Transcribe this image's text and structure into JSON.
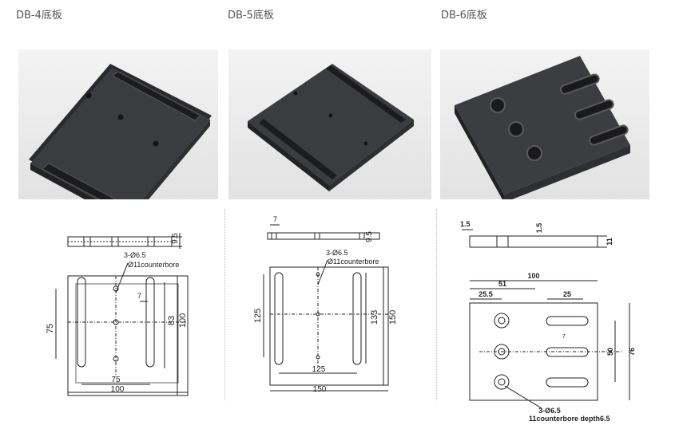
{
  "products": [
    {
      "title": "DB-4底板",
      "labels": {
        "thick": "9.5",
        "holes": "3-Ø6.5",
        "cbore": "Ø11counterbore",
        "slot_w": "7",
        "h_left": "75",
        "h_right1": "83",
        "h_right2": "100",
        "w_inner": "75",
        "w_outer": "100"
      }
    },
    {
      "title": "DB-5底板",
      "labels": {
        "top_w": "7",
        "thick": "9.5",
        "holes": "3-Ø6.5",
        "cbore": "Ø11counterbore",
        "h_left": "125",
        "h_right1": "133",
        "h_right2": "150",
        "w_inner": "125",
        "w_outer": "150"
      }
    },
    {
      "title": "DB-6底板",
      "labels": {
        "side1": "1.5",
        "side2": "1.5",
        "thick": "11",
        "w_total": "100",
        "w_51": "51",
        "w_255": "25.5",
        "w_25": "25",
        "h_50": "50",
        "h_76": "76",
        "note1": "3-Ø6.5",
        "note2": "11counterbore depth6.5",
        "slot_mark": "7"
      }
    }
  ],
  "colors": {
    "plate": "#3a3b3e",
    "plate_edge": "#26272a",
    "line": "#222222"
  }
}
